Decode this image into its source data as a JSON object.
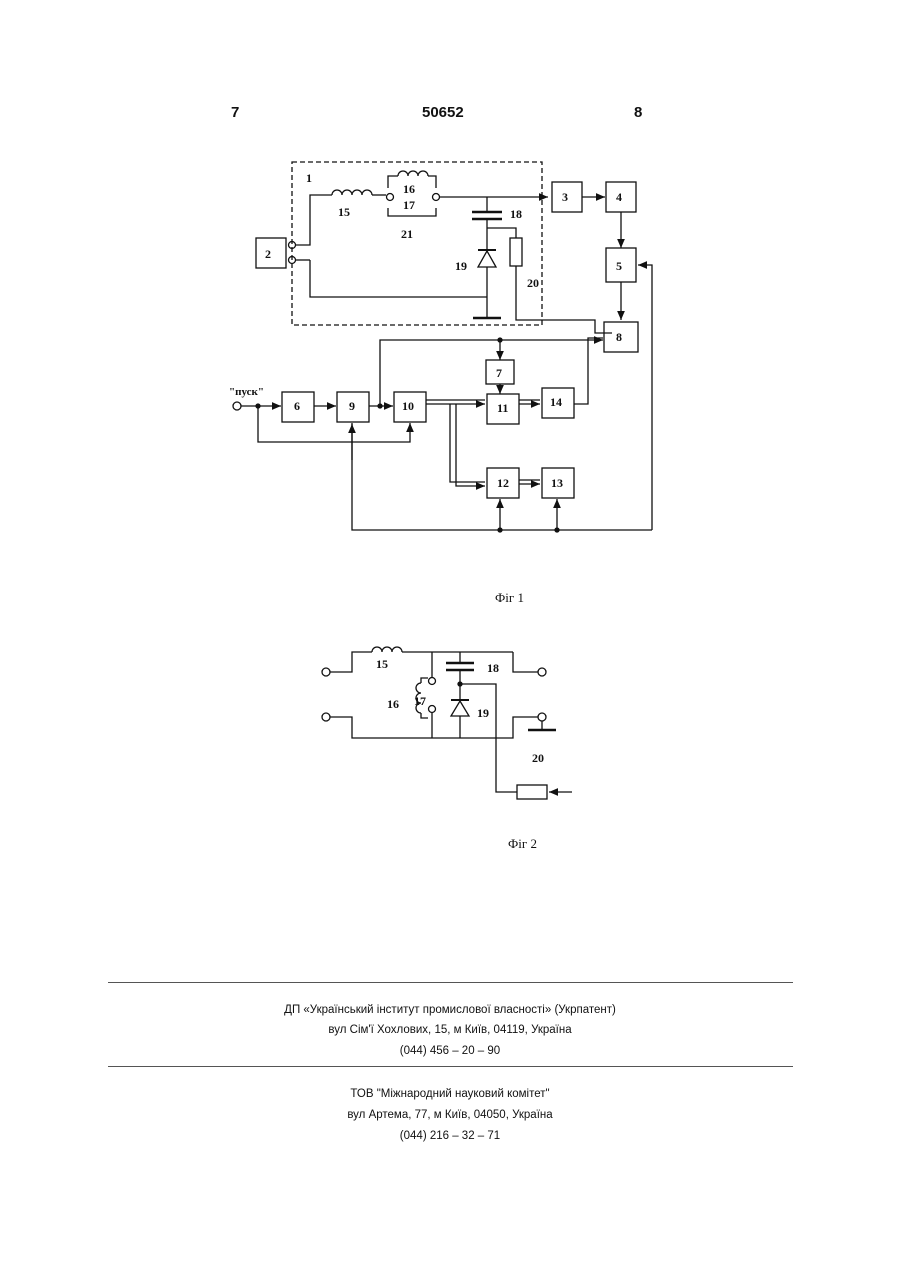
{
  "header": {
    "page_left": "7",
    "patent_number": "50652",
    "page_right": "8"
  },
  "fig1": {
    "caption": "Фіг 1",
    "start_label": "\"пуск\"",
    "blocks": [
      "1",
      "2",
      "3",
      "4",
      "5",
      "6",
      "7",
      "8",
      "9",
      "10",
      "11",
      "12",
      "13",
      "14"
    ],
    "components": [
      "15",
      "16",
      "17",
      "18",
      "19",
      "20",
      "21"
    ]
  },
  "fig2": {
    "caption": "Фіг 2",
    "components": [
      "15",
      "16",
      "17",
      "18",
      "19",
      "20"
    ]
  },
  "footer": {
    "org1": {
      "name": "ДП «Український інститут промислової власності» (Укрпатент)",
      "address": "вул  Сім'ї Хохлових, 15, м  Київ, 04119, Україна",
      "phone": "(044) 456 – 20 –  90"
    },
    "org2": {
      "name": "ТОВ \"Міжнародний науковий комітет\"",
      "address": "вул  Артема, 77, м  Київ, 04050, Україна",
      "phone": "(044) 216 – 32 – 71"
    }
  }
}
